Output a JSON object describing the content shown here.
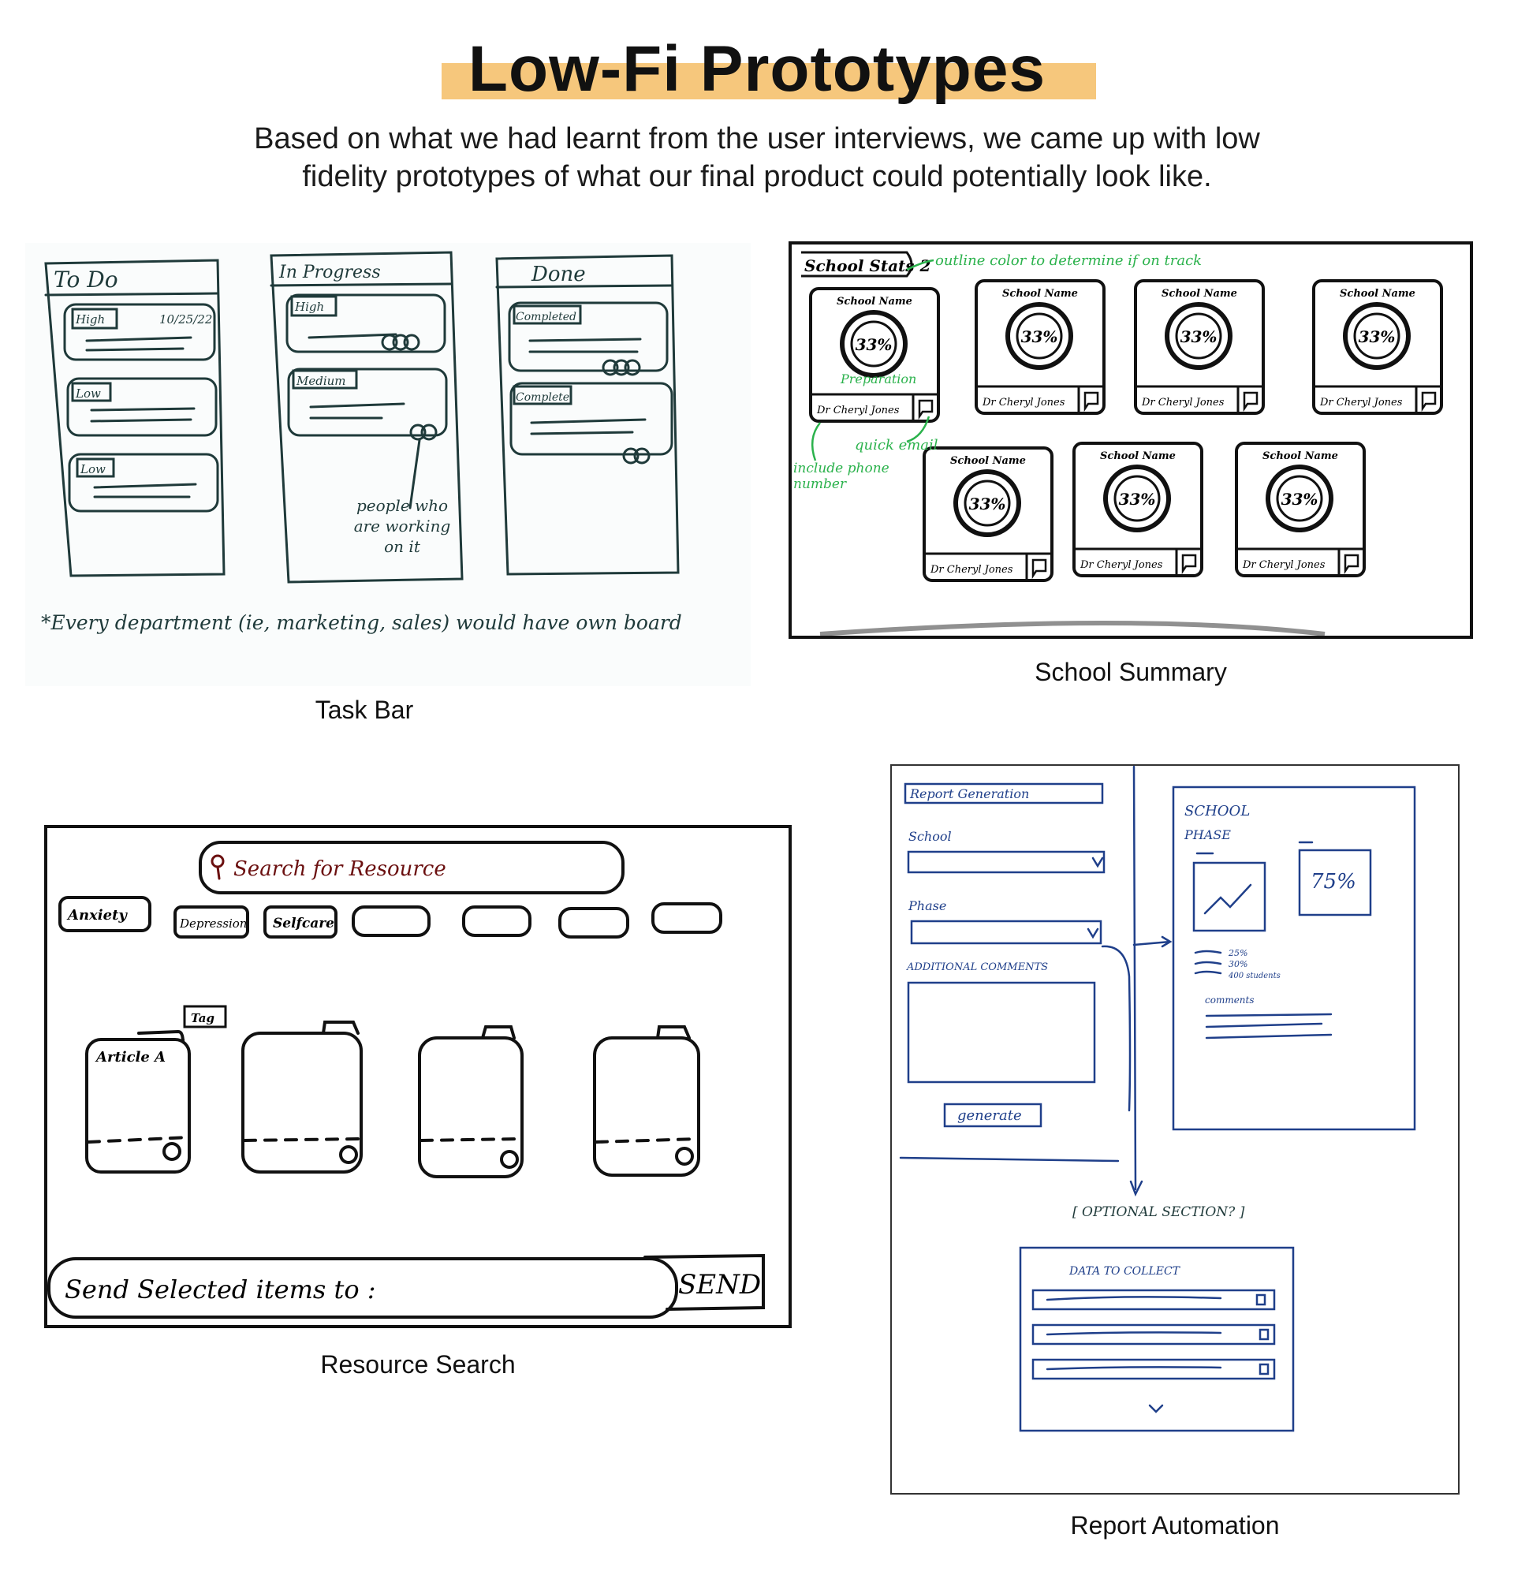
{
  "header": {
    "title": "Low-Fi Prototypes",
    "subtitle_line1": "Based on what we had learnt from the user interviews, we came up with low",
    "subtitle_line2": "fidelity prototypes of what our final product could potentially look like."
  },
  "colors": {
    "highlight": "#f6c77c",
    "sketch_ink": "#1f3a3a",
    "annotation_green": "#2bb24c",
    "report_blue": "#1f3f8a",
    "search_red": "#6b1010"
  },
  "task_bar": {
    "caption": "Task Bar",
    "columns": [
      {
        "title": "To Do",
        "cards": [
          {
            "tag": "High",
            "date": "10/25/22"
          },
          {
            "tag": "Low"
          },
          {
            "tag": "Low"
          }
        ]
      },
      {
        "title": "In Progress",
        "cards": [
          {
            "tag": "High"
          },
          {
            "tag": "Medium"
          }
        ]
      },
      {
        "title": "Done",
        "cards": [
          {
            "tag": "Completed"
          },
          {
            "tag": "Complete"
          }
        ]
      }
    ],
    "annotation": "people who are working on it",
    "footnote": "*Every department (ie, marketing, sales) would have own board"
  },
  "school_summary": {
    "caption": "School Summary",
    "header_label": "School Stats 2",
    "outline_note": "outline color to determine if on track",
    "phase_label": "Preparation",
    "quick_email_note": "quick email",
    "phone_note": "include phone number",
    "cards": [
      {
        "name": "School Name",
        "percent": "33%",
        "contact": "Dr Cheryl Jones"
      },
      {
        "name": "School Name",
        "percent": "33%",
        "contact": "Dr Cheryl Jones"
      },
      {
        "name": "School Name",
        "percent": "33%",
        "contact": "Dr Cheryl Jones"
      },
      {
        "name": "School Name",
        "percent": "33%",
        "contact": "Dr Cheryl Jones"
      },
      {
        "name": "School Name",
        "percent": "33%",
        "contact": "Dr Cheryl Jones"
      },
      {
        "name": "School Name",
        "percent": "33%",
        "contact": "Dr Cheryl Jones"
      },
      {
        "name": "School Name",
        "percent": "33%",
        "contact": "Dr Cheryl Jones"
      }
    ]
  },
  "resource_search": {
    "caption": "Resource Search",
    "search_placeholder": "Search for Resource",
    "filters": [
      "Anxiety",
      "Depression",
      "Selfcare",
      "",
      "",
      "",
      ""
    ],
    "article_tag": "Tag",
    "article_title": "Article A",
    "send_prompt": "Send Selected items to :",
    "send_button": "SEND"
  },
  "report_automation": {
    "caption": "Report Automation",
    "form_title": "Report Generation",
    "school_label": "School",
    "phase_label": "Phase",
    "comments_label": "ADDITIONAL COMMENTS",
    "generate_button": "generate",
    "preview_school": "SCHOOL",
    "preview_phase": "PHASE",
    "preview_stat": "75%",
    "preview_lines": [
      "25%",
      "30%",
      "400 students"
    ],
    "preview_comments": "comments",
    "optional_section": "[ OPTIONAL SECTION? ]",
    "data_to_collect": "DATA TO COLLECT"
  }
}
